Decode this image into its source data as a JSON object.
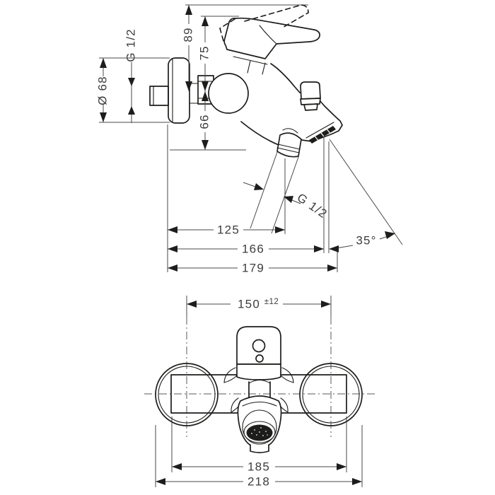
{
  "drawing": {
    "kind": "installation dimension drawing",
    "product": "wall-mounted single-lever bath mixer",
    "colors": {
      "line": "#1d1d1b",
      "dimension": "#4a4a4a",
      "text": "#3d3d3d",
      "background": "#ffffff"
    },
    "side_view": {
      "dims": {
        "height_overall": "89",
        "height_handle": "75",
        "height_below": "66",
        "escutcheon_dia": "Ø 68",
        "inlet_thread": "G 1/2",
        "shower_thread": "G 1/2",
        "reach_spout": "125",
        "reach_mid": "166",
        "reach_total": "179",
        "spout_angle": "35°"
      }
    },
    "top_view": {
      "dims": {
        "center_distance": "150",
        "center_tolerance": "±12",
        "body_width": "185",
        "overall_width": "218"
      }
    }
  }
}
